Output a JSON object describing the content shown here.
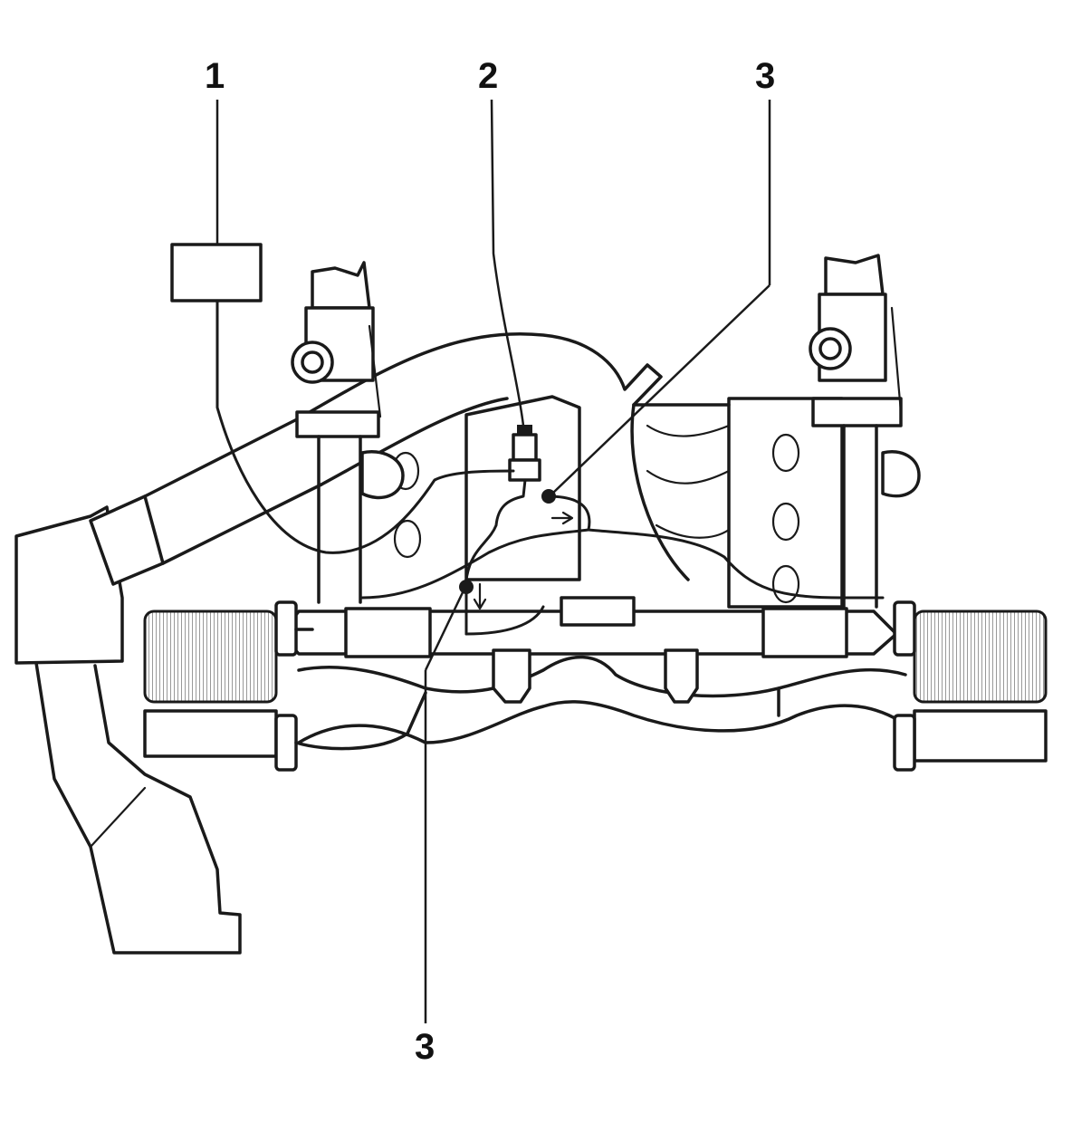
{
  "callouts": [
    {
      "id": "c1",
      "label": "1"
    },
    {
      "id": "c2",
      "label": "2"
    },
    {
      "id": "c3a",
      "label": "3"
    },
    {
      "id": "c3b",
      "label": "3"
    }
  ],
  "colors": {
    "line": "#1a1a1a",
    "background": "#ffffff"
  }
}
